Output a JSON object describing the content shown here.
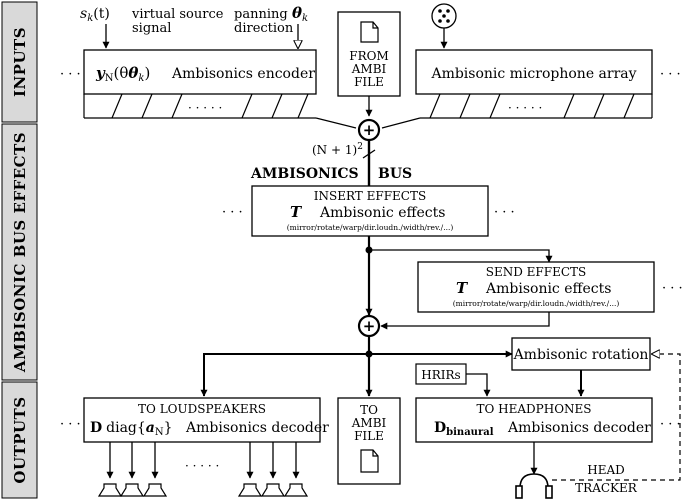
{
  "sections": {
    "inputs": "INPUTS",
    "bus_effects": "AMBISONIC BUS EFFECTS",
    "outputs": "OUTPUTS"
  },
  "inputs": {
    "source_signal_symbol": "s",
    "source_signal_sub": "k",
    "source_signal_arg": "(t)",
    "source_signal_line1": "virtual source",
    "source_signal_line2": "signal",
    "panning_line1": "panning",
    "panning_line2": "direction",
    "panning_symbol": "θ",
    "panning_sub": "k",
    "encoder_symbol": "y",
    "encoder_sub": "N",
    "encoder_arg": "(θ",
    "encoder_arg_sub": "k",
    "encoder_arg_close": ")",
    "encoder_label": "Ambisonics encoder",
    "encoder_dots": "· · · · ·",
    "from_file_line1": "FROM",
    "from_file_line2": "AMBI",
    "from_file_line3": "FILE",
    "mic_array_label": "Ambisonic microphone array"
  },
  "bus": {
    "channel_count": "(N + 1)",
    "channel_count_sup": "2",
    "title_left": "AMBISONICS",
    "title_right": "BUS",
    "sum_symbol": "+"
  },
  "insert_effects": {
    "title": "INSERT EFFECTS",
    "symbol": "T",
    "label": "Ambisonic effects",
    "detail": "(mirror/rotate/warp/dir.loudn./width/rev./...)"
  },
  "send_effects": {
    "title": "SEND EFFECTS",
    "symbol": "T",
    "label": "Ambisonic effects",
    "detail": "(mirror/rotate/warp/dir.loudn./width/rev./...)"
  },
  "outputs": {
    "rotation_label": "Ambisonic rotation",
    "hrirs_label": "HRIRs",
    "loudspeakers_title": "TO LOUDSPEAKERS",
    "loudspeakers_matrix": "D",
    "loudspeakers_diag": "diag{",
    "loudspeakers_diag_symbol": "a",
    "loudspeakers_diag_sub": "N",
    "loudspeakers_diag_close": "}",
    "loudspeakers_label": "Ambisonics decoder",
    "speaker_dots": "· · · · ·",
    "to_file_line1": "TO",
    "to_file_line2": "AMBI",
    "to_file_line3": "FILE",
    "headphones_title": "TO HEADPHONES",
    "headphones_matrix": "D",
    "headphones_matrix_sub": "binaural",
    "headphones_label": "Ambisonics decoder",
    "head_tracker_line1": "HEAD",
    "head_tracker_line2": "TRACKER"
  },
  "ellipsis": "· · ·",
  "colors": {
    "sidebar_fill": "#d9d9d9",
    "line": "#000000",
    "background": "#ffffff"
  }
}
